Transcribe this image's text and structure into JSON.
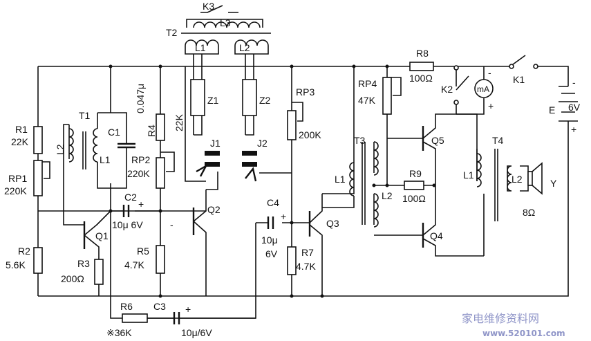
{
  "components": {
    "k3": "K3",
    "l3": "L3",
    "t2": "T2",
    "t2_l1": "L1",
    "t2_l2": "L2",
    "r1": "R1",
    "r1_val": "22K",
    "rp1": "RP1",
    "rp1_val": "220K",
    "t1": "T1",
    "t1_l2": "L2",
    "t1_l1": "L1",
    "c1": "C1",
    "c1_val": "0.047μ",
    "r4": "R4",
    "r4_val": "22K",
    "rp2": "RP2",
    "rp2_val": "220K",
    "z1": "Z1",
    "z2": "Z2",
    "j1": "J1",
    "j2": "J2",
    "rp3": "RP3",
    "rp3_val": "200K",
    "c2": "C2",
    "c2_val": "10μ 6V",
    "plus": "+",
    "minus": "-",
    "q1": "Q1",
    "q2": "Q2",
    "q3": "Q3",
    "q4": "Q4",
    "q5": "Q5",
    "r2": "R2",
    "r2_val": "5.6K",
    "r3": "R3",
    "r3_val": "200Ω",
    "r5": "R5",
    "r5_val": "4.7K",
    "c4": "C4",
    "c4_val1": "10μ",
    "c4_val2": "6V",
    "r7": "R7",
    "r7_val": "4.7K",
    "l1_mid": "L1",
    "r6": "R6",
    "r6_val": "※36K",
    "c3": "C3",
    "c3_val": "10μ/6V",
    "r8": "R8",
    "r8_val": "100Ω",
    "rp4": "RP4",
    "rp4_val": "47K",
    "k2": "K2",
    "k1": "K1",
    "ma": "mA",
    "e": "E",
    "e_val": "6V",
    "t3": "T3",
    "t3_l2": "L2",
    "r9": "R9",
    "r9_val": "100Ω",
    "t4": "T4",
    "t4_l1": "L1",
    "t4_l2": "L2",
    "speaker": "Y",
    "speaker_val": "8Ω"
  },
  "watermark": {
    "text": "家电维修资料网",
    "url": "www.520101.com"
  }
}
